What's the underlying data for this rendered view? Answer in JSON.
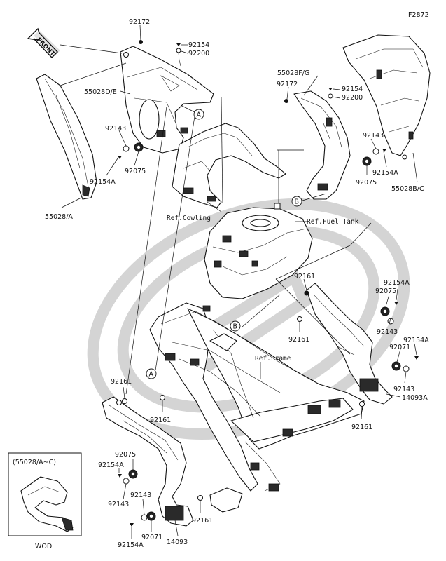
{
  "figure_code": "F2872",
  "direction": "FRONT",
  "variant_box": {
    "title": "(55028/A~C)",
    "caption": "WOD"
  },
  "references": {
    "cowling": "Ref.Cowling",
    "fuel_tank": "Ref.Fuel Tank",
    "frame": "Ref.Frame"
  },
  "callouts": [
    "A",
    "B",
    "B",
    "A"
  ],
  "parts": [
    "92172",
    "92154",
    "92200",
    "55028D/E",
    "92143",
    "92075",
    "92154A",
    "55028/A",
    "55028F/G",
    "92172",
    "92154",
    "92200",
    "92143",
    "92154A",
    "92075",
    "55028B/C",
    "92161",
    "92161",
    "92075",
    "92154A",
    "92143",
    "92154A",
    "92071",
    "92143",
    "14093A",
    "92161",
    "92161",
    "92161",
    "92075",
    "92154A",
    "92143",
    "92143",
    "92154A",
    "92071",
    "14093",
    "92161"
  ]
}
